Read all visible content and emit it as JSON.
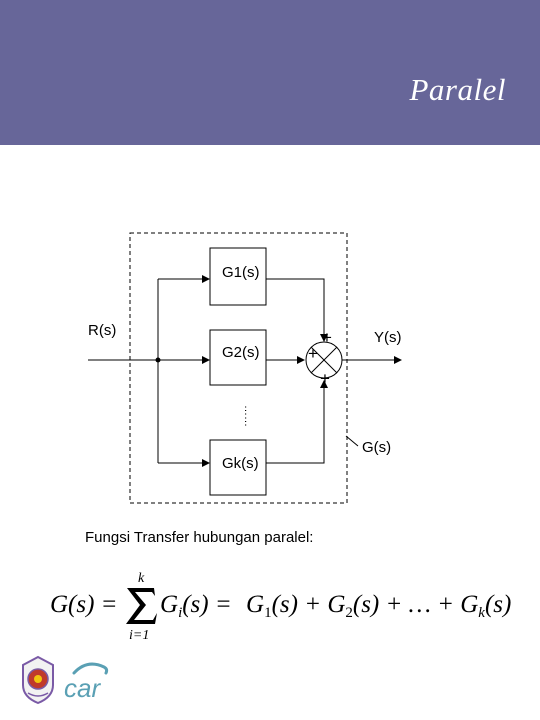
{
  "header": {
    "title": "Paralel",
    "background": "#676699"
  },
  "diagram": {
    "blocks": [
      "G1(s)",
      "G2(s)",
      "Gk(s)"
    ],
    "input_label": "R(s)",
    "output_label": "Y(s)",
    "system_label": "G(s)",
    "signs": [
      "+",
      "+",
      "+"
    ],
    "ellipsis": "……"
  },
  "caption": "Fungsi Transfer hubungan paralel:",
  "formula": {
    "lhs": "G(s) =",
    "sum_upper": "k",
    "sum_lower": "i=1",
    "term": "G",
    "term_sub": "i",
    "term_arg": "(s) =",
    "expansion": [
      "G",
      "1",
      "(s) + ",
      "G",
      "2",
      "(s) + … + ",
      "G",
      "k",
      "(s)"
    ]
  },
  "logos": {
    "car_text": "car"
  }
}
